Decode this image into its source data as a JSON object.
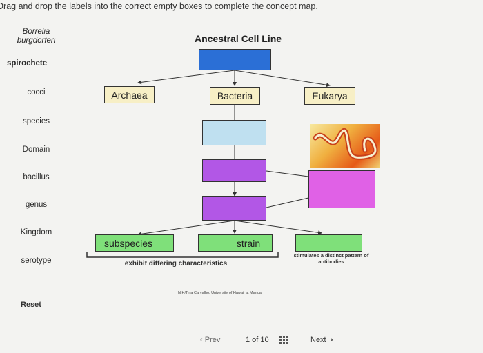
{
  "instructions": "Drag and drop the labels into the correct empty boxes to complete the concept map.",
  "labels": [
    {
      "text": "Borrelia burgdorferi",
      "style": "italic"
    },
    {
      "text": "spirochete",
      "style": "bold"
    },
    {
      "text": "cocci",
      "style": ""
    },
    {
      "text": "species",
      "style": ""
    },
    {
      "text": "Domain",
      "style": ""
    },
    {
      "text": "bacillus",
      "style": ""
    },
    {
      "text": "genus",
      "style": ""
    },
    {
      "text": "Kingdom",
      "style": ""
    },
    {
      "text": "serotype",
      "style": ""
    }
  ],
  "reset_label": "Reset",
  "map": {
    "title": "Ancestral Cell Line",
    "archaea": "Archaea",
    "bacteria": "Bacteria",
    "eukarya": "Eukarya",
    "subspecies": "subspecies",
    "strain": "strain",
    "bracket_caption": "exhibit differing characteristics",
    "green_caption": "stimulates a distinct pattern of antibodies",
    "credit": "NIH/Tina Carvalho, University of Hawaii at Manoa"
  },
  "colors": {
    "root": "#2b6fd6",
    "species_box": "#bfe0f0",
    "genus_box": "#b257e6",
    "serotype_box": "#e061e6",
    "green": "#7fe07a",
    "domain_box": "#f7efc6"
  },
  "nav": {
    "prev": "Prev",
    "page": "1 of 10",
    "next": "Next"
  }
}
